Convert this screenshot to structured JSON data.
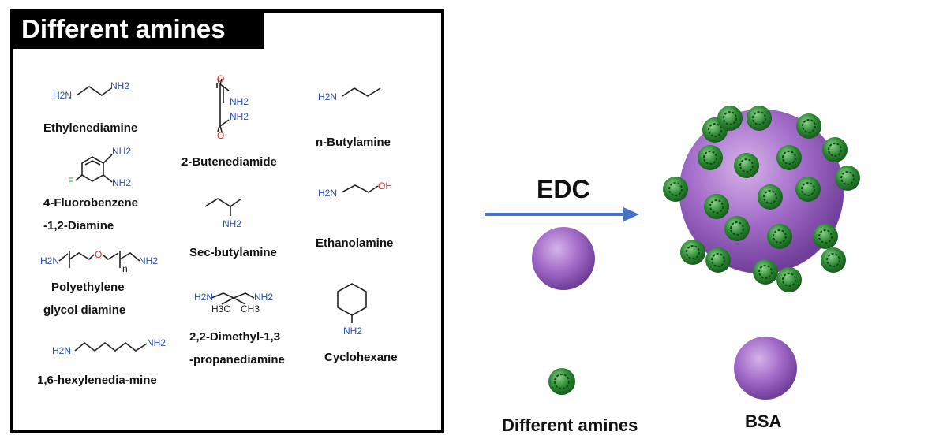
{
  "panel": {
    "title": "Different amines"
  },
  "compounds": [
    {
      "name": "Ethylenediamine",
      "groups": [
        "H2N",
        "NH2"
      ]
    },
    {
      "name": "4-Fluorobenzene",
      "name2": "-1,2-Diamine",
      "groups": [
        "F",
        "NH2",
        "NH2"
      ]
    },
    {
      "name": "Polyethylene",
      "name2": "glycol diamine",
      "groups": [
        "H2N",
        "O",
        "n",
        "NH2"
      ]
    },
    {
      "name": "1,6-hexylenedia-mine",
      "groups": [
        "H2N",
        "NH2"
      ]
    },
    {
      "name": "2-Butenediamide",
      "groups": [
        "O",
        "NH2",
        "NH2",
        "O"
      ]
    },
    {
      "name": "Sec-butylamine",
      "groups": [
        "NH2"
      ]
    },
    {
      "name": "2,2-Dimethyl-1,3",
      "name2": "-propanediamine",
      "groups": [
        "H2N",
        "NH2",
        "H3C",
        "CH3"
      ]
    },
    {
      "name": "n-Butylamine",
      "groups": [
        "H2N"
      ]
    },
    {
      "name": "Ethanolamine",
      "groups": [
        "H2N",
        "OH"
      ]
    },
    {
      "name": "Cyclohexane",
      "groups": [
        "NH2"
      ]
    }
  ],
  "reaction": {
    "reagent": "EDC"
  },
  "legend": {
    "amines_label": "Different amines",
    "bsa_label": "BSA"
  },
  "colors": {
    "amine_group": "#2b4fb0",
    "oxygen": "#e0261e",
    "fluorine": "#2e9a2e",
    "arrow": "#4472c4",
    "bsa_purple": "#a26ac8",
    "amine_green": "#2e8b35"
  }
}
